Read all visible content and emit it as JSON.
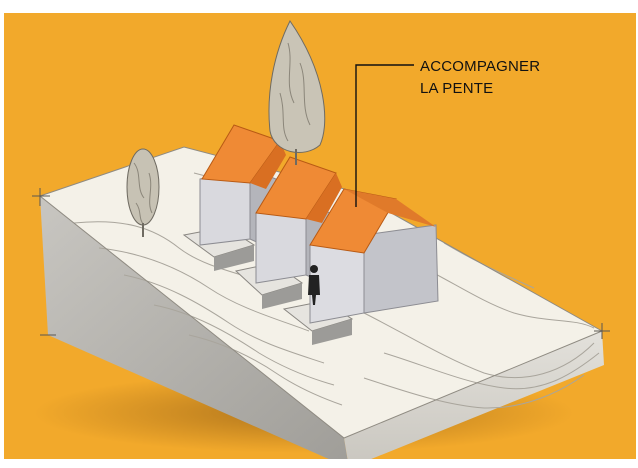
{
  "annotation": {
    "line1": "ACCOMPAGNER",
    "line2": "LA PENTE"
  },
  "colors": {
    "background": "#f2a92b",
    "terrain_top": "#f4f1e8",
    "terrain_side": "#bdbbb6",
    "terrain_front": "#d6d3cc",
    "roof": "#ef8a35",
    "wall": "#d9d9de",
    "wall_dark": "#b4b5bb"
  },
  "diagram": {
    "houses": 3,
    "trees": 2,
    "figure": "person-icon"
  }
}
